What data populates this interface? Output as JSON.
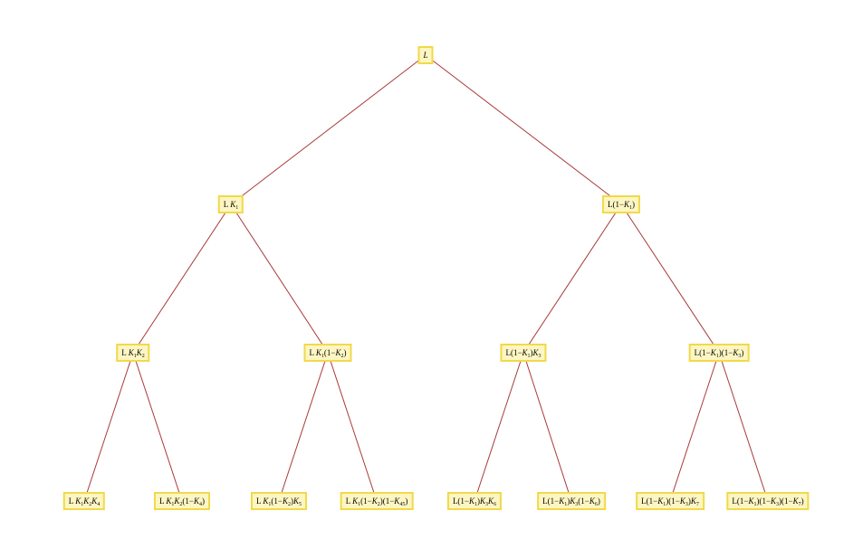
{
  "nodes": {
    "root": "L",
    "n1": "L K1",
    "n2": "L(1−K1)",
    "n11": "L K1K2",
    "n12": "L K1(1−K2)",
    "n21": "L(1−K1)K3",
    "n22": "L(1−K1)(1−K3)",
    "n111": "L K1K2K4",
    "n112": "L K1K2(1−K4)",
    "n121": "L K1(1−K2)K5",
    "n122": "L K1(1−K2)(1−K45)",
    "n211": "L(1−K1)K3K6",
    "n212": "L(1−K1)K3(1−K6)",
    "n221": "L(1−K1)(1−K3)K7",
    "n222": "L(1−K1)(1−K3)(1−K7)"
  },
  "colors": {
    "edge": "#a83a3a",
    "node_fill": "#fdf6c3",
    "node_border": "#f1d94a"
  }
}
